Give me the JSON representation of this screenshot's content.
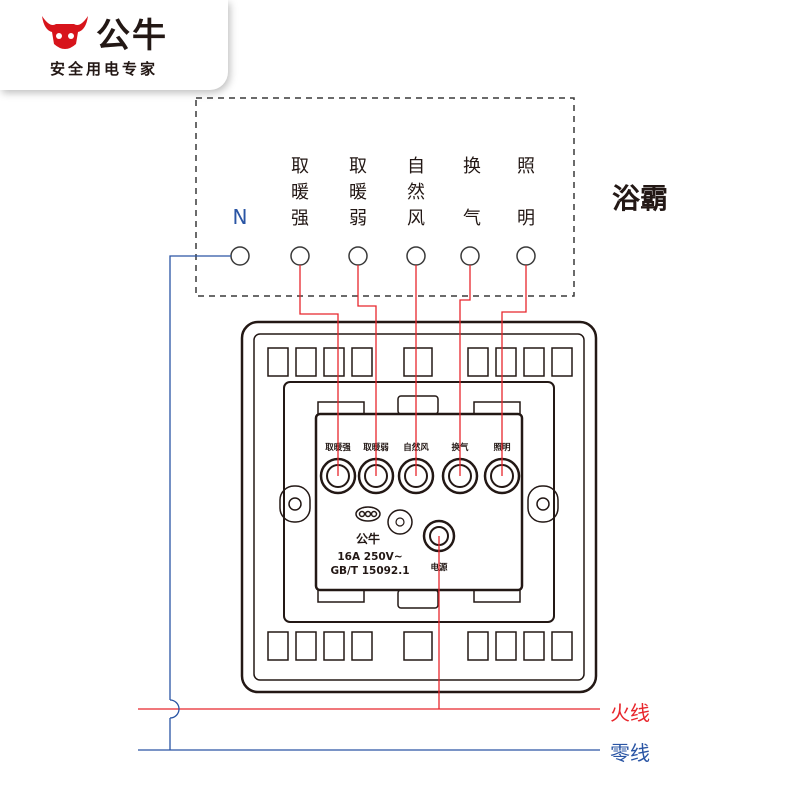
{
  "brand": {
    "name": "公牛",
    "slogan": "安全用电专家"
  },
  "device": {
    "name": "浴霸"
  },
  "terminals": {
    "neutral": "N",
    "labels": [
      {
        "chars": [
          "取",
          "暖",
          "强"
        ]
      },
      {
        "chars": [
          "取",
          "暖",
          "弱"
        ]
      },
      {
        "chars": [
          "自",
          "然",
          "风"
        ]
      },
      {
        "chars": [
          "换",
          "",
          "气"
        ]
      },
      {
        "chars": [
          "照",
          "",
          "明"
        ]
      }
    ]
  },
  "switch_panel": {
    "slot_labels": [
      "取暖强",
      "取暖弱",
      "自然风",
      "换气",
      "照明"
    ],
    "brand_mark": "公牛",
    "rating": "16A 250V~",
    "standard": "GB/T 15092.1",
    "power_label": "电源"
  },
  "lines": {
    "live": "火线",
    "neutral": "零线"
  },
  "colors": {
    "live": "#e8262c",
    "neutral": "#2a55a4",
    "outline": "#231815"
  }
}
